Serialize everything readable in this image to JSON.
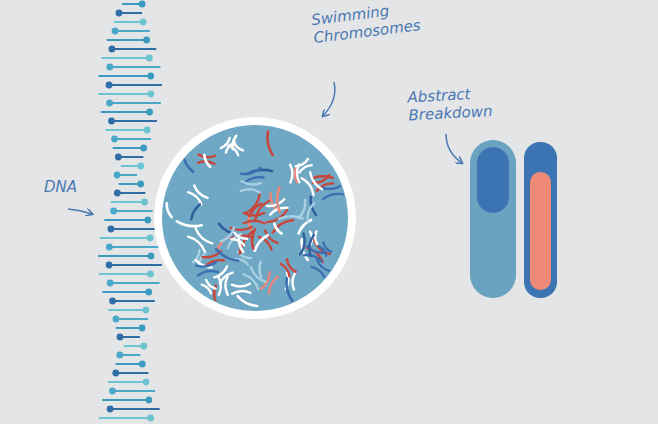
{
  "diagram": {
    "labels": [
      "DNA",
      "Swimming Chromosomes",
      "Abstract Breakdown"
    ]
  }
}
